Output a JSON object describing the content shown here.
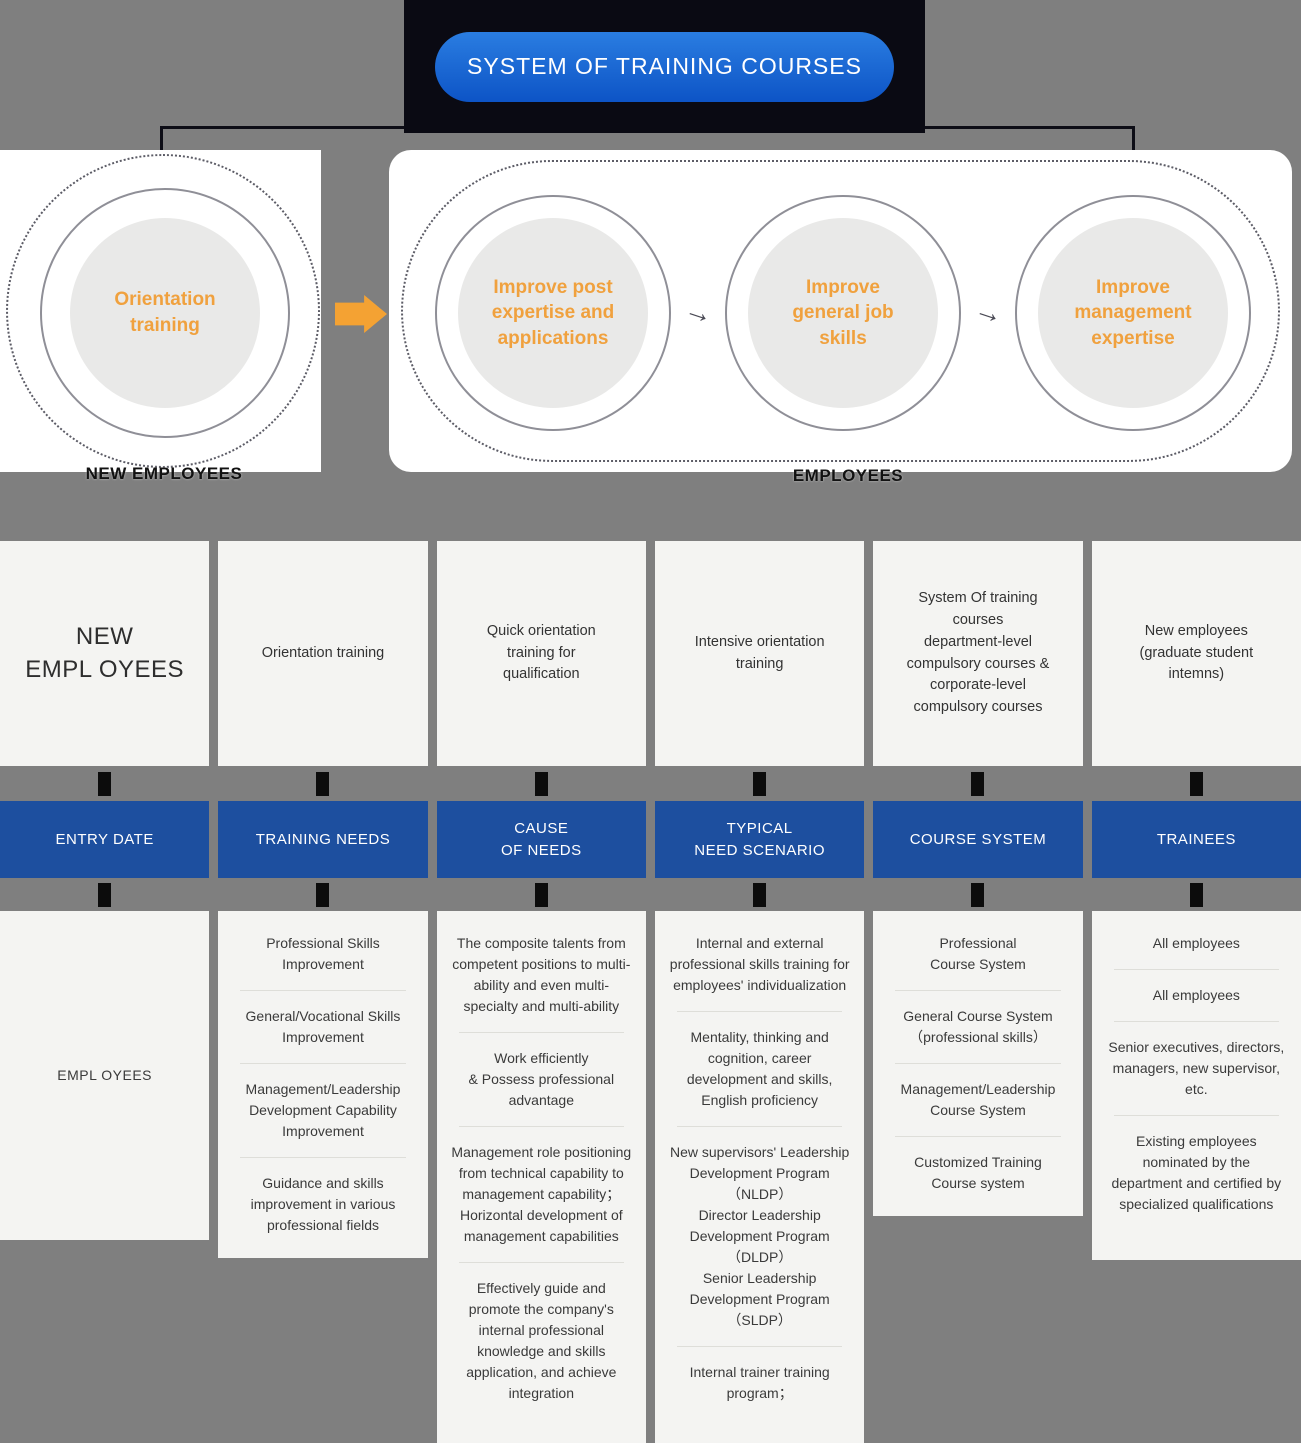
{
  "banner": {
    "title": "SYSTEM OF TRAINING COURSES"
  },
  "diagram": {
    "left_circle": "Orientation\ntraining",
    "left_label": "NEW EMPLOYEES",
    "right_label": "EMPLOYEES",
    "arrow": "→",
    "right_circles": [
      "Improve post\nexpertise and\napplications",
      "Improve\ngeneral job\nskills",
      "Improve\nmanagement\nexpertise"
    ]
  },
  "colors": {
    "background_gray": "#7F7F7F",
    "header_blue": "#1D4F9F",
    "accent_orange": "#F4A233",
    "pill_blue": "#1565D8",
    "circle_text_orange": "#F0A13E"
  },
  "band_new_employees": {
    "row_title": "NEW\nEMPL OYEES",
    "cells": [
      "Orientation training",
      "Quick orientation\ntraining for\nqualification",
      "Intensive orientation\ntraining",
      "System Of training\ncourses\ndepartment-level\ncompulsory courses &\ncorporate-level\ncompulsory courses",
      "New employees\n(graduate student\nintemns)"
    ]
  },
  "headers": [
    "ENTRY DATE",
    "TRAINING NEEDS",
    "CAUSE\nOF NEEDS",
    "TYPICAL\nNEED SCENARIO",
    "COURSE SYSTEM",
    "TRAINEES"
  ],
  "band_employees": {
    "row_title": "EMPL OYEES",
    "training_needs": [
      "Professional Skills\nImprovement",
      "General/Vocational Skills\nImprovement",
      "Management/Leadership\nDevelopment Capability\nImprovement",
      "Guidance and skills\nimprovement in various\nprofessional fields"
    ],
    "cause_of_needs": [
      "The composite talents from competent positions to multi-ability and even multi-specialty and multi-ability",
      "Work efficiently\n& Possess professional\nadvantage",
      "Management role positioning from technical capability to management capability；Horizontal development of management capabilities",
      "Effectively guide and promote the company's internal professional knowledge and skills application, and achieve integration"
    ],
    "need_scenario": [
      "Internal and external professional skills training for employees' individualization",
      "Mentality, thinking and cognition, career development and skills, English proficiency",
      "New supervisors' Leadership Development Program\n（NLDP）\nDirector Leadership Development Program\n（DLDP）\nSenior Leadership Development Program\n（SLDP）",
      "Internal trainer training program；"
    ],
    "course_system": [
      "Professional\nCourse System",
      "General Course System\n（professional skills）",
      "Management/Leadership\nCourse System",
      "Customized Training\nCourse system"
    ],
    "trainees": [
      "All employees",
      "All employees",
      "Senior executives, directors, managers, new supervisor, etc.",
      "Existing employees nominated by the department and certified by specialized qualifications"
    ]
  }
}
